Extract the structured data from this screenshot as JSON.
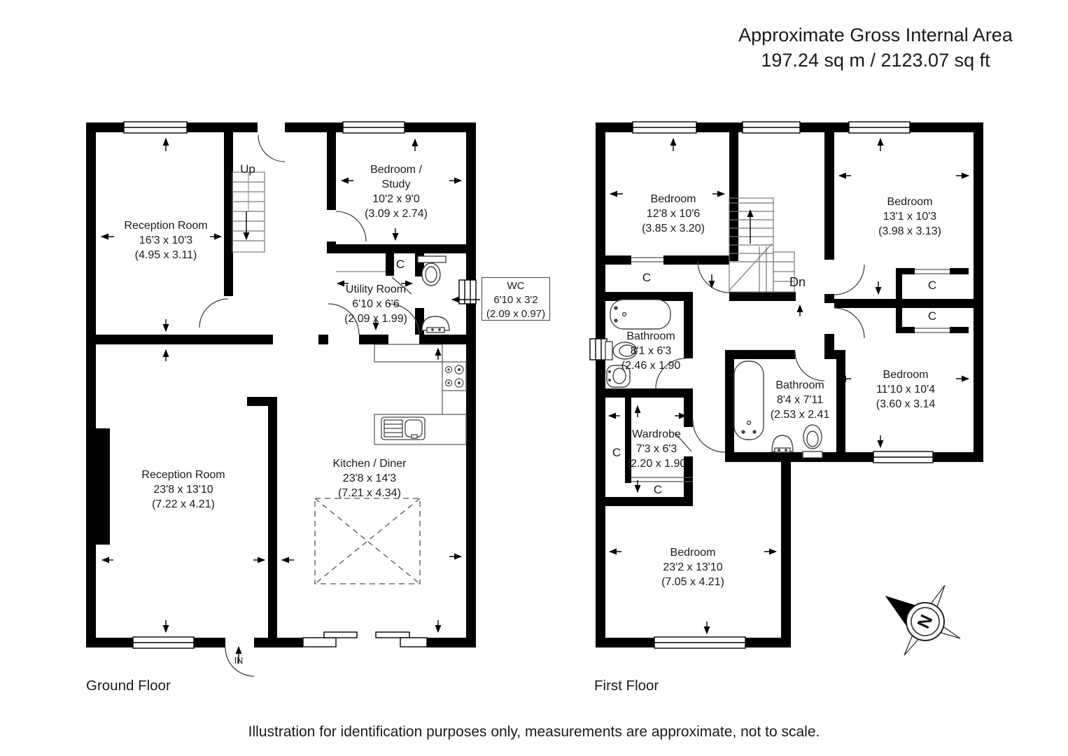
{
  "header": {
    "line1": "Approximate Gross Internal Area",
    "line2": "197.24 sq m / 2123.07 sq ft"
  },
  "footer": {
    "disclaimer": "Illustration for identification purposes only, measurements are approximate, not to scale."
  },
  "compass": {
    "north_label": "N"
  },
  "floors": {
    "ground": {
      "label": "Ground Floor",
      "rooms": {
        "reception1": {
          "name": "Reception Room",
          "imperial": "16'3 x 10'3",
          "metric": "(4.95 x 3.11)"
        },
        "bedroom_study": {
          "name_line1": "Bedroom /",
          "name_line2": "Study",
          "imperial": "10'2 x 9'0",
          "metric": "(3.09 x 2.74)"
        },
        "utility": {
          "name": "Utility Room",
          "imperial": "6'10 x 6'6",
          "metric": "(2.09 x 1.99)"
        },
        "wc": {
          "name": "WC",
          "imperial": "6'10 x 3'2",
          "metric": "(2.09 x 0.97)"
        },
        "reception2": {
          "name": "Reception Room",
          "imperial": "23'8 x 13'10",
          "metric": "(7.22 x 4.21)"
        },
        "kitchen": {
          "name": "Kitchen / Diner",
          "imperial": "23'8 x 14'3",
          "metric": "(7.21 x 4.34)"
        }
      },
      "annotations": {
        "stairs": "Up",
        "closet": "C",
        "entrance": "IN"
      }
    },
    "first": {
      "label": "First Floor",
      "rooms": {
        "bedroom1": {
          "name": "Bedroom",
          "imperial": "12'8 x 10'6",
          "metric": "(3.85 x 3.20)"
        },
        "bedroom2": {
          "name": "Bedroom",
          "imperial": "13'1 x 10'3",
          "metric": "(3.98 x 3.13)"
        },
        "bathroom1": {
          "name": "Bathroom",
          "imperial": "8'1 x 6'3",
          "metric": "(2.46 x 1.90"
        },
        "bathroom2": {
          "name": "Bathroom",
          "imperial": "8'4 x 7'11",
          "metric": "(2.53 x 2.41"
        },
        "wardrobe": {
          "name": "Wardrobe",
          "imperial": "7'3 x 6'3",
          "metric": "(2.20 x 1.90"
        },
        "bedroom3": {
          "name": "Bedroom",
          "imperial": "11'10 x 10'4",
          "metric": "(3.60 x 3.14"
        },
        "bedroom4": {
          "name": "Bedroom",
          "imperial": "23'2 x 13'10",
          "metric": "(7.05 x 4.21)"
        }
      },
      "annotations": {
        "stairs": "Dn",
        "closet": "C"
      }
    }
  }
}
